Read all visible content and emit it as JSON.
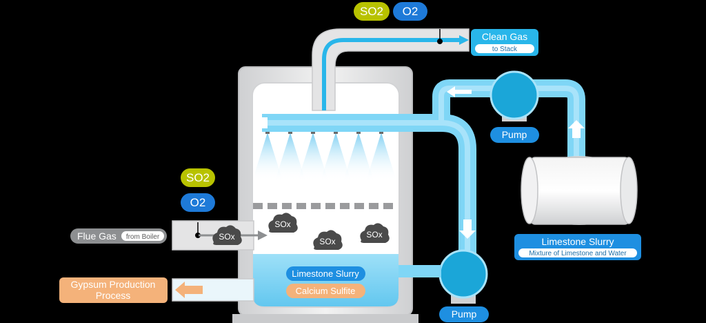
{
  "badges": {
    "top_so2": "SO2",
    "top_o2": "O2",
    "left_so2": "SO2",
    "left_o2": "O2"
  },
  "clean_gas": {
    "title": "Clean Gas",
    "sub": "to Stack"
  },
  "flue_gas": {
    "title": "Flue Gas",
    "sub": "from Boiler"
  },
  "gypsum": {
    "line1": "Gypsum Production",
    "line2": "Process"
  },
  "pump_top": "Pump",
  "pump_bottom": "Pump",
  "tank_label": {
    "title": "Limestone Slurry",
    "sub": "Mixture of Limestone and Water"
  },
  "absorber": {
    "slurry": "Limestone Slurry",
    "sulfite": "Calcium Sulfite"
  },
  "sox_clouds": [
    "SOx",
    "SOx",
    "SOx",
    "SOx"
  ],
  "colors": {
    "pipe": "#7fd6f6",
    "flow_arrow": "#29b6ea",
    "vessel": "#d7d8da",
    "pump": "#1ba6d8",
    "label_blue": "#1e8fe1",
    "label_gray": "#8d8f91",
    "label_orange": "#f4b27a",
    "so2_badge": "#b8c200",
    "o2_badge": "#1e7ad8",
    "cloud": "#4a4a4a"
  }
}
